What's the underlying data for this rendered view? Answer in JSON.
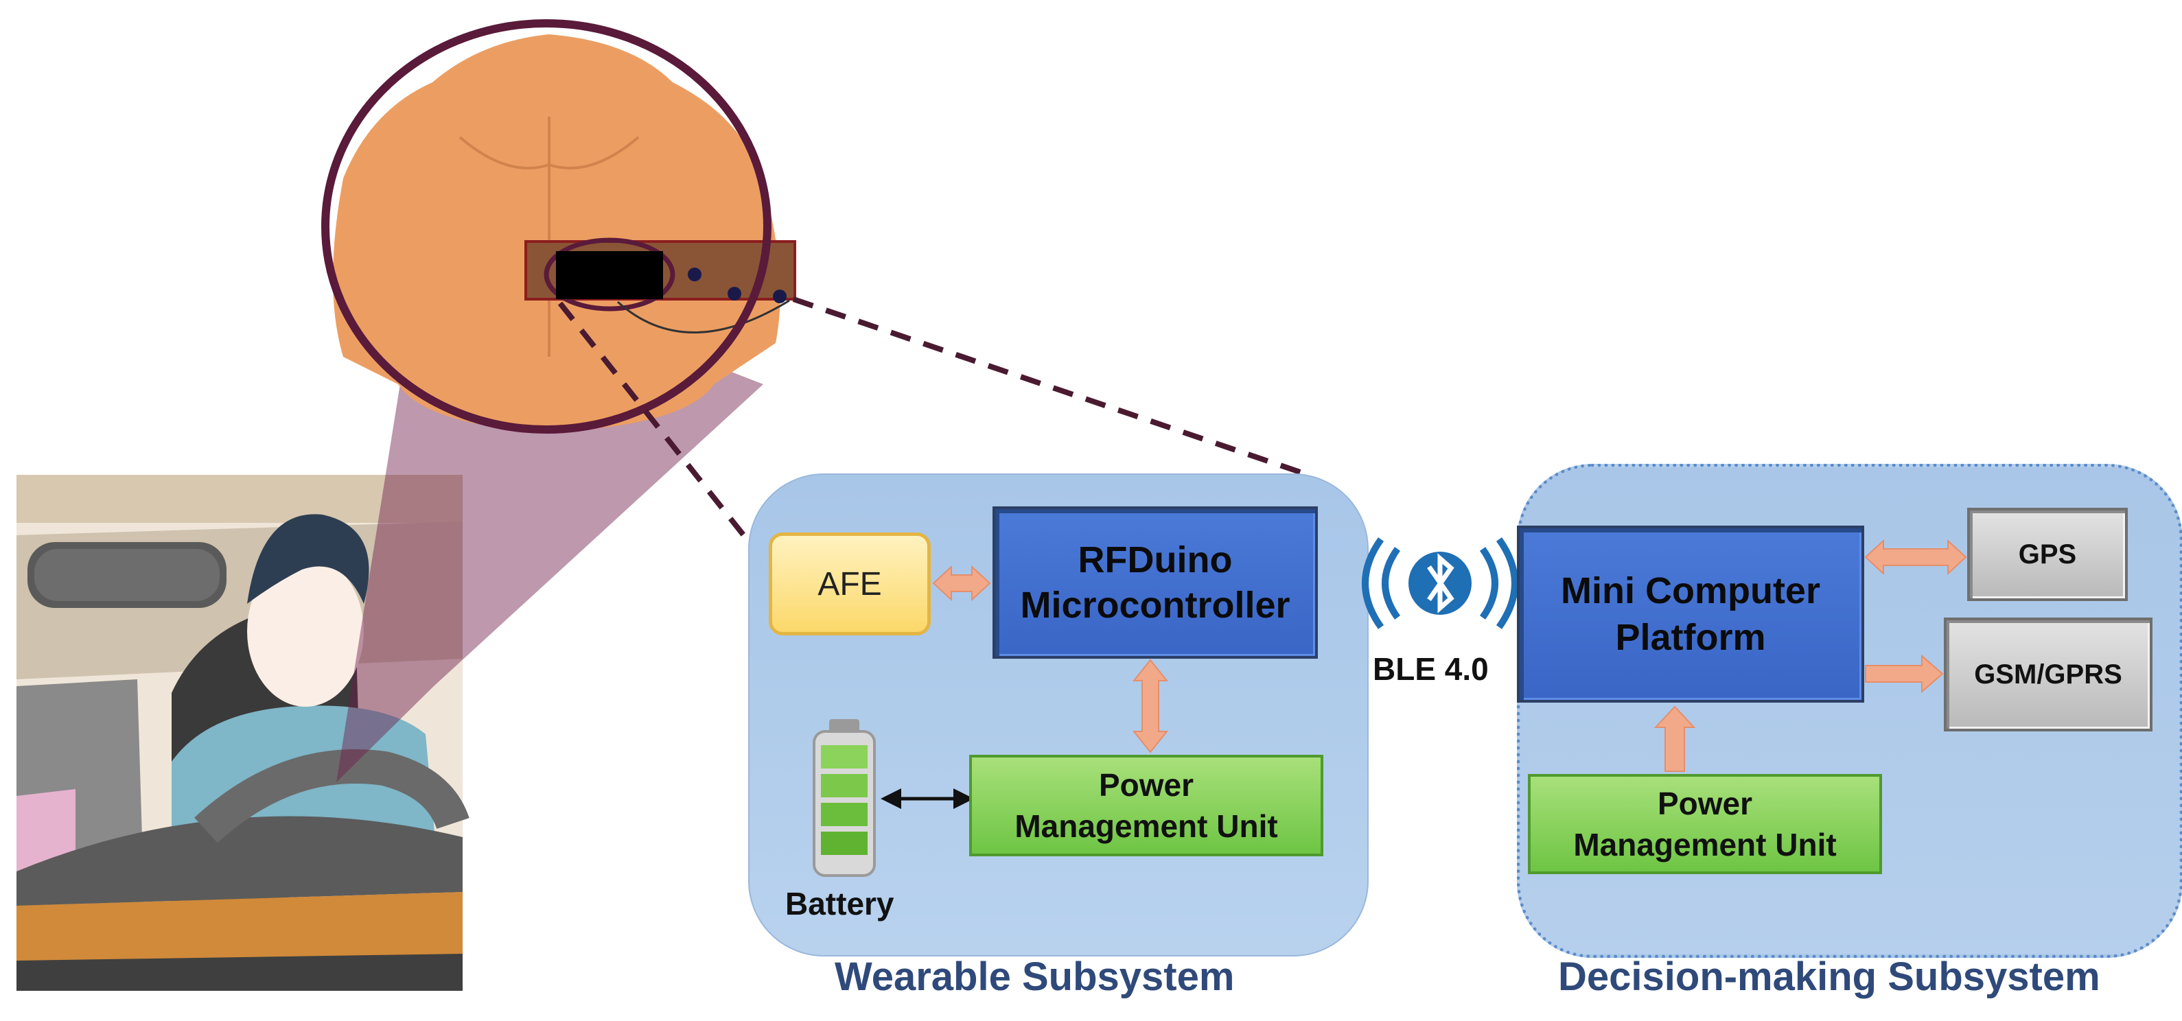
{
  "wearable": {
    "title": "Wearable Subsystem",
    "afe": "AFE",
    "mcu_line1": "RFDuino",
    "mcu_line2": "Microcontroller",
    "pmu_line1": "Power",
    "pmu_line2": "Management Unit",
    "battery": "Battery"
  },
  "link": {
    "label": "BLE 4.0"
  },
  "decision": {
    "title": "Decision-making Subsystem",
    "platform_line1": "Mini Computer",
    "platform_line2": "Platform",
    "gps": "GPS",
    "gsm": "GSM/GPRS",
    "pmu_line1": "Power",
    "pmu_line2": "Management Unit"
  },
  "colors": {
    "zoom_outline": "#5a1a3a",
    "arrow": "#f2a98a",
    "panel": "#aac8ea",
    "title": "#2f4a7a"
  }
}
